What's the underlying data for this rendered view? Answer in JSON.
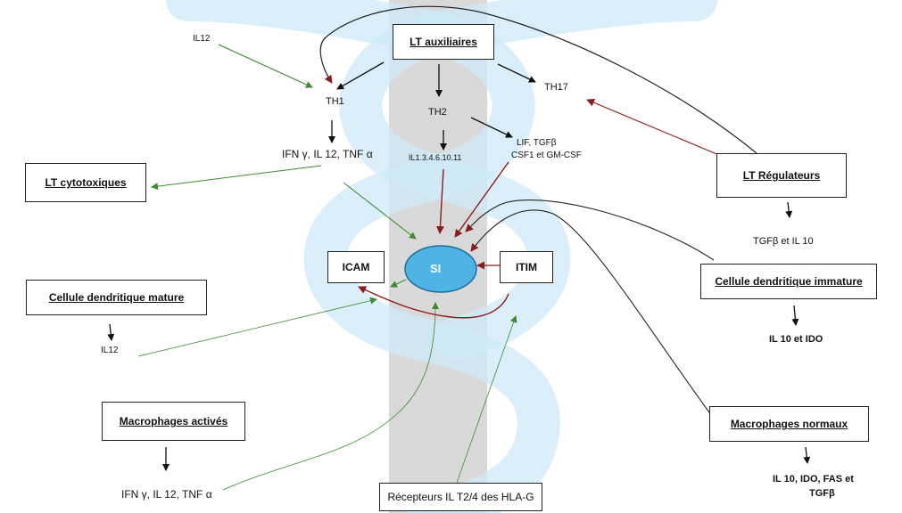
{
  "center": {
    "label": "SI"
  },
  "boxes": {
    "lt_auxiliaires": "LT auxiliaires",
    "lt_cytotoxiques": "LT cytotoxiques",
    "lt_regulateurs": "LT Régulateurs",
    "icam": "ICAM",
    "itim": "ITIM",
    "cellule_mature": "Cellule dendritique mature",
    "cellule_immature": "Cellule dendritique immature",
    "macrophages_actives": "Macrophages activés",
    "macrophages_normaux": "Macrophages normaux",
    "recepteurs": "Récepteurs IL T2/4 des HLA-G"
  },
  "labels": {
    "il12_top": "IL12",
    "th1": "TH1",
    "th2": "TH2",
    "th17": "TH17",
    "th1_cytokines": "IFN γ, IL 12, TNF α",
    "th2_il": "IL1.3.4.6.10.11",
    "th2_lif_1": "LIF, TGFβ",
    "th2_lif_2": "CSF1 et GM-CSF",
    "reg_out": "TGFβ et IL 10",
    "immature_out": "IL 10 et IDO",
    "mature_out": "IL12",
    "actives_out": "IFN γ, IL 12, TNF α",
    "normaux_out_1": "IL 10, IDO, FAS et",
    "normaux_out_2": "TGFβ"
  },
  "colors": {
    "green_arrow": "#3d8b2f",
    "red_arrow": "#8b1c1c",
    "black_arrow": "#111111",
    "center_fill": "#4fb3e6",
    "watermark": "#d9d9d9"
  }
}
